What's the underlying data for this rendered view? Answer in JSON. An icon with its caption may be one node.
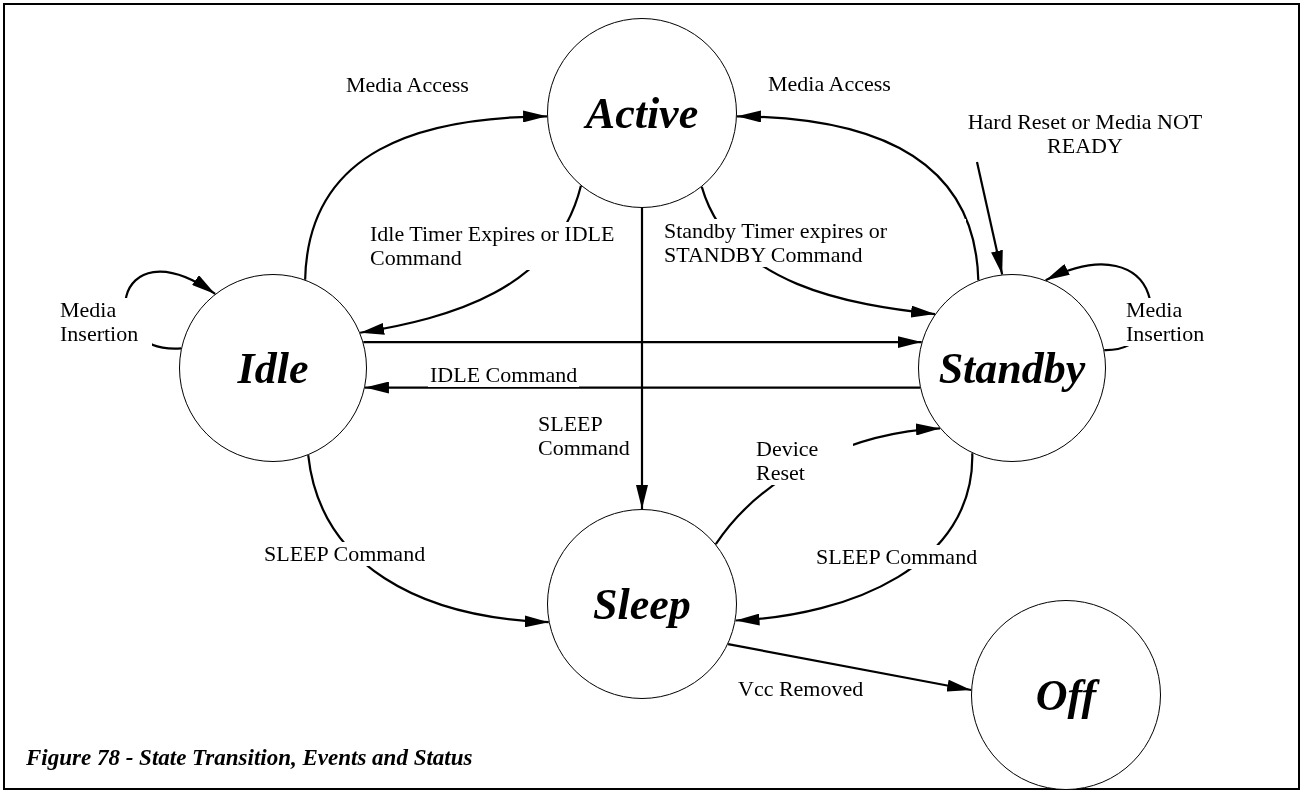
{
  "diagram": {
    "caption": "Figure 78 - State Transition, Events and Status",
    "nodes": [
      {
        "text": [
          "Active"
        ]
      },
      {
        "text": [
          "Hard Reset or Media NOT READY"
        ]
      },
      {
        "text": [
          "Idle"
        ]
      },
      {
        "text": [
          "Standby"
        ]
      },
      {
        "text": [
          "Sleep"
        ]
      },
      {
        "text": [
          "Off"
        ]
      }
    ],
    "edges": [
      {
        "from": 2,
        "to": 0,
        "arrow": "to",
        "label": "Media Access"
      },
      {
        "from": 3,
        "to": 0,
        "arrow": "to",
        "label": "Media Access"
      },
      {
        "from": 0,
        "to": 2,
        "arrow": "to",
        "label": "Idle Timer Expires or IDLE Command"
      },
      {
        "from": 0,
        "to": 3,
        "arrow": "to",
        "label": "Standby Timer expires or STANDBY Command"
      },
      {
        "from": 2,
        "to": 2,
        "arrow": "to",
        "label": "Media Insertion"
      },
      {
        "from": 3,
        "to": 3,
        "arrow": "to",
        "label": "Media Insertion"
      },
      {
        "from": 1,
        "to": 3,
        "arrow": "to"
      },
      {
        "from": 2,
        "to": 3,
        "arrow": "to"
      },
      {
        "from": 3,
        "to": 2,
        "arrow": "to",
        "label": "IDLE Command"
      },
      {
        "from": 0,
        "to": 4,
        "arrow": "to",
        "label": "SLEEP Command"
      },
      {
        "from": 2,
        "to": 4,
        "arrow": "to",
        "label": "SLEEP Command"
      },
      {
        "from": 4,
        "to": 3,
        "arrow": "to",
        "label": "Device Reset"
      },
      {
        "from": 3,
        "to": 4,
        "arrow": "to",
        "label": "SLEEP Command"
      },
      {
        "from": 4,
        "to": 5,
        "arrow": "to",
        "label": "Vcc Removed"
      }
    ]
  }
}
